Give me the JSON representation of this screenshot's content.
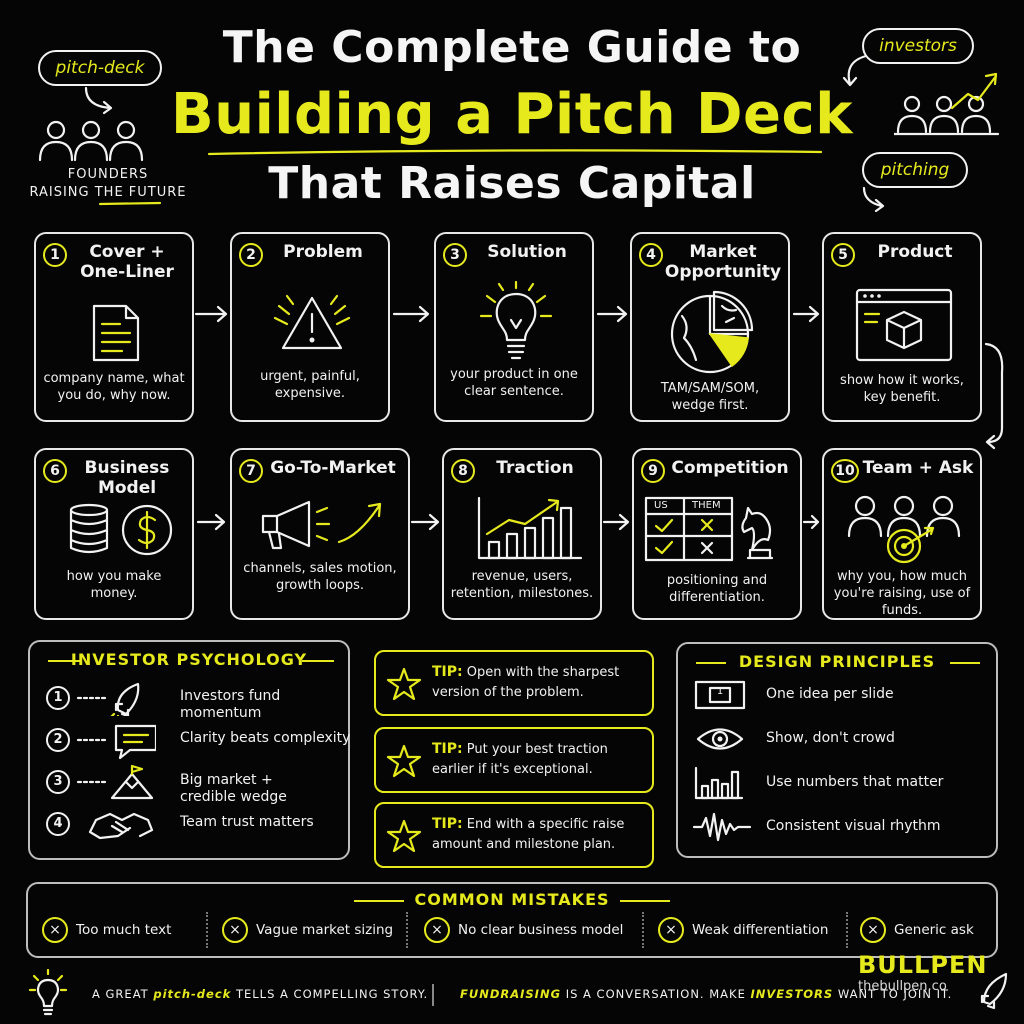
{
  "header": {
    "line1": "The Complete Guide to",
    "line2": "Building a Pitch Deck",
    "line3": "That Raises Capital"
  },
  "tags": {
    "left": "pitch-deck",
    "right_top": "investors",
    "right_bottom": "pitching"
  },
  "founders_caption": {
    "line1": "FOUNDERS",
    "line2": "RAISING THE FUTURE"
  },
  "steps": [
    {
      "num": "1",
      "title": "Cover + One-Liner",
      "desc": "company name, what you do, why now.",
      "icon": "document-icon"
    },
    {
      "num": "2",
      "title": "Problem",
      "desc": "urgent, painful, expensive.",
      "icon": "warning-icon"
    },
    {
      "num": "3",
      "title": "Solution",
      "desc": "your product in one clear sentence.",
      "icon": "lightbulb-icon"
    },
    {
      "num": "4",
      "title": "Market Opportunity",
      "desc": "TAM/SAM/SOM, wedge first.",
      "icon": "pie-globe-icon"
    },
    {
      "num": "5",
      "title": "Product",
      "desc": "show how it works, key benefit.",
      "icon": "browser-cube-icon"
    },
    {
      "num": "6",
      "title": "Business Model",
      "desc": "how you make money.",
      "icon": "coins-icon"
    },
    {
      "num": "7",
      "title": "Go-To-Market",
      "desc": "channels, sales motion, growth loops.",
      "icon": "megaphone-icon"
    },
    {
      "num": "8",
      "title": "Traction",
      "desc": "revenue, users, retention, milestones.",
      "icon": "growth-chart-icon"
    },
    {
      "num": "9",
      "title": "Competition",
      "desc": "positioning and differentiation.",
      "icon": "comparison-table-icon"
    },
    {
      "num": "10",
      "title": "Team + Ask",
      "desc": "why you, how much you're raising, use of funds.",
      "icon": "team-target-icon"
    }
  ],
  "competition_table": {
    "col1": "US",
    "col2": "THEM"
  },
  "investor_psychology": {
    "title": "INVESTOR PSYCHOLOGY",
    "items": [
      {
        "num": "1",
        "text": "Investors fund momentum",
        "icon": "rocket-icon"
      },
      {
        "num": "2",
        "text": "Clarity beats complexity",
        "icon": "speech-bubble-icon"
      },
      {
        "num": "3",
        "text": "Big market + credible wedge",
        "icon": "mountain-flag-icon"
      },
      {
        "num": "4",
        "text": "Team trust matters",
        "icon": "handshake-icon"
      }
    ]
  },
  "tips": [
    {
      "label": "TIP:",
      "text": "Open with the sharpest version of the problem."
    },
    {
      "label": "TIP:",
      "text": "Put your best traction earlier if it's exceptional."
    },
    {
      "label": "TIP:",
      "text": "End with a specific raise amount and milestone plan."
    }
  ],
  "design_principles": {
    "title": "DESIGN PRINCIPLES",
    "slide_number": "1",
    "items": [
      {
        "text": "One idea per slide",
        "icon": "slide-icon"
      },
      {
        "text": "Show, don't crowd",
        "icon": "eye-icon"
      },
      {
        "text": "Use numbers that matter",
        "icon": "bar-chart-icon"
      },
      {
        "text": "Consistent visual rhythm",
        "icon": "waveform-icon"
      }
    ]
  },
  "common_mistakes": {
    "title": "COMMON MISTAKES",
    "mark": "×",
    "items": [
      "Too much text",
      "Vague market sizing",
      "No clear business model",
      "Weak differentiation",
      "Generic ask"
    ]
  },
  "footer": {
    "left_prefix": "A GREAT",
    "left_highlight": "pitch-deck",
    "left_suffix": "TELLS A COMPELLING STORY.",
    "right_highlight1": "FUNDRAISING",
    "right_mid": "IS A CONVERSATION. MAKE",
    "right_highlight2": "INVESTORS",
    "right_suffix": "WANT TO JOIN IT."
  },
  "brand": {
    "name": "BULLPEN",
    "url": "thebullpen.co"
  },
  "colors": {
    "accent": "#e6ea1c",
    "background": "#050505",
    "ink": "#f2f2f2"
  }
}
